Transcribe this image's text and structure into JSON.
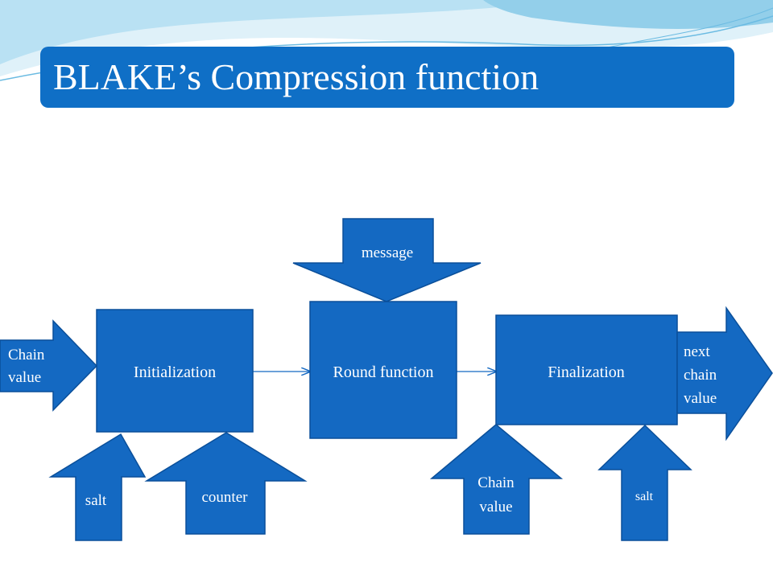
{
  "slide": {
    "title": "BLAKE’s Compression function"
  },
  "diagram": {
    "boxes": {
      "initialization": "Initialization",
      "round_function": "Round function",
      "finalization": "Finalization"
    },
    "inputs": {
      "message": "message",
      "chain_value_in_line1": "Chain",
      "chain_value_in_line2": "value",
      "salt_left": "salt",
      "counter": "counter",
      "chain_value_fin_line1": "Chain",
      "chain_value_fin_line2": "value",
      "salt_right": "salt"
    },
    "outputs": {
      "next_chain_value_line1": "next",
      "next_chain_value_line2": "chain",
      "next_chain_value_line3": "value"
    }
  },
  "colors": {
    "box_fill": "#1469c2",
    "box_stroke": "#0a4f9a",
    "title_bar": "#0f6fc6",
    "wave_light": "#cfeaf6",
    "wave_dark": "#7fc4e8"
  }
}
